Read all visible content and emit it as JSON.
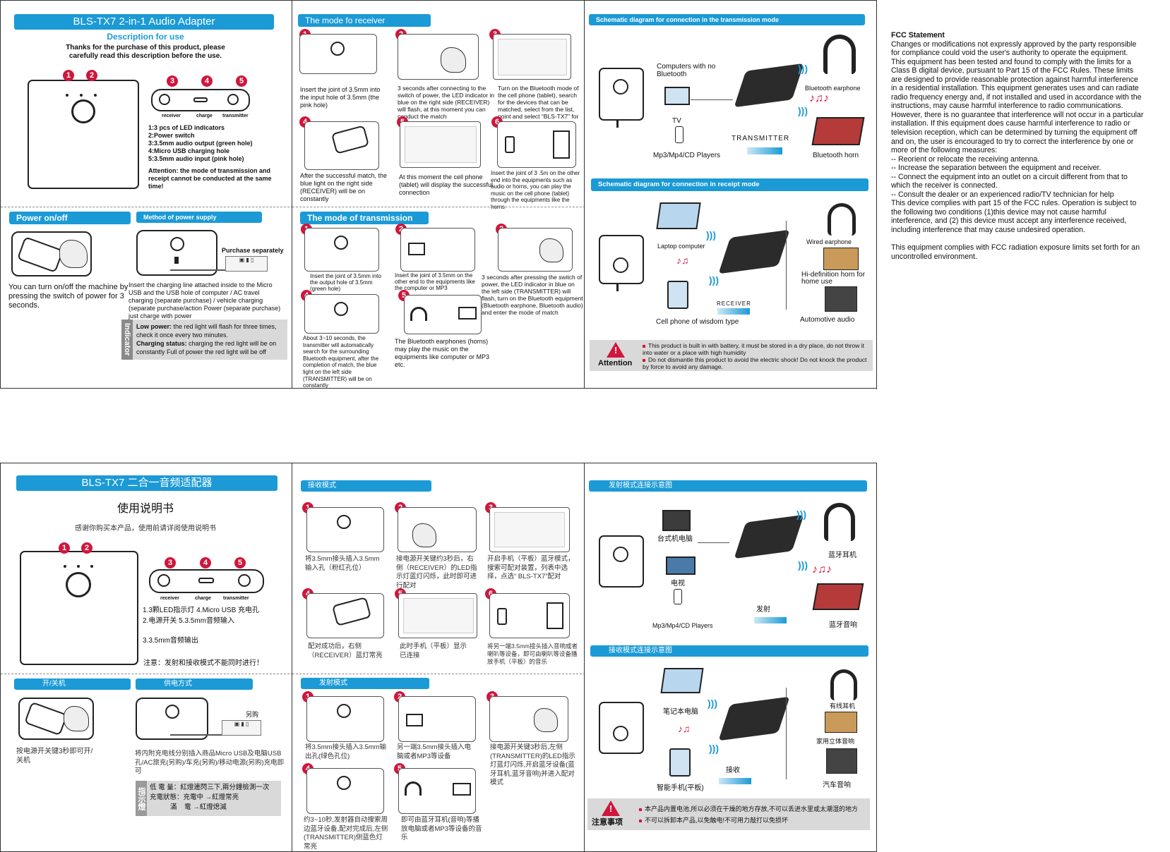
{
  "en": {
    "title": "BLS-TX7       2-in-1 Audio Adapter",
    "desc_heading": "Description for use",
    "thanks": "Thanks for the purchase of this product, please carefully read this description before the use.",
    "port_labels": [
      "receiver",
      "charge",
      "transmitter"
    ],
    "legend": [
      "1:3 pcs of LED indicators",
      "2:Power switch",
      "3:3.5mm audio output (green hole)",
      "4:Micro USB charging hole",
      "5:3.5mm audio input (pink hole)"
    ],
    "attention_mode": "Attention: the mode of transmission and receipt cannot be conducted at the same time!",
    "power_bar": "Power on/off",
    "power_text": "You can turn on/off the machine by pressing the switch of power for 3 seconds.",
    "supply_bar": "Method of power supply",
    "purchase_sep": "Purchase separately",
    "supply_text": "Insert the charging line attached inside to the Micro USB and the USB hole of computer / AC travel charging (separate purchase) / vehicle charging (separate purchase/action Power (separate purchase) just charge with power",
    "indicator_tag": "Indicator",
    "low_power_label": "Low power:",
    "low_power": " the red light will flash for three times, check it once every two minutes.",
    "charging_label": "Charging status:",
    "charging": " charging the red light will be on constantly Full of power the red light will be off",
    "recv_bar": "The mode fo receiver",
    "recv_steps": [
      "Insert the joint of 3.5mm into the input hole of 3.5mm (the pink hole)",
      "3 seconds after connecting to the switch of power, the LED indicator in blue on the right side (RECEIVER) will flash, at this moment you can conduct the match",
      "Turn on the Bluetooth mode of the cell phone (tablet), search for the devices that can be matched, select from the list, point and select “BLS-TX7” for the match",
      "After the successful match, the blue light on the right side (RECEIVER) will be on constantly",
      "At this moment the cell phone (tablet) will display the successful connection",
      "Insert the joint of 3 .5m on the other end into the equipments such as audio or horns, you can play the music on the cell phone (tablet) through the equipments like the horns"
    ],
    "trans_bar": "The mode of transmission",
    "trans_steps": [
      "Insert the joint of 3.5mm into the output hole of 3.5mm (green hole)",
      "Insert the joint of 3.5mm on the other end to the equipments like the computer or MP3",
      "3 seconds after pressing the switch of power, the LED indicator in blue on the left side (TRANSMITTER) will flash, turn on the Bluetooth equipment (Bluetooth earphone, Bluetooth audio) and enter the mode of match",
      "About 3~10 seconds, the transmitter will automatically search for the surrounding Bluetooth equipment, after the completion of match, the blue light on the left side (TRANSMITTER) will be on constantly",
      "The Bluetooth earphones (horns) may play the music on the equipments like computer or MP3 etc."
    ],
    "schem_tx_bar": "Schematic diagram for connection in the transmission mode",
    "tx_labels": {
      "computers": "Computers with no Bluetooth",
      "tv": "TV",
      "mp3": "Mp3/Mp4/CD Players",
      "transmitter": "TRANSMITTER",
      "bt_earphone": "Bluetooth earphone",
      "bt_horn": "Bluetooth horn"
    },
    "schem_rx_bar": "Schematic diagram for connection in receipt mode",
    "rx_labels": {
      "laptop": "Laptop computer",
      "phone": "Cell phone of wisdom type",
      "receiver": "RECEIVER",
      "wired": "Wired earphone",
      "hifi": "Hi-definition horn for home use",
      "auto": "Automotive audio"
    },
    "attention_word": "Attention",
    "attention_lines": [
      "This product is built in with battery, it must be stored in a dry place, do not throw it into water or a place with high humidity",
      "Do not dismantle this product to avoid the electric shock! Do not knock the product by force to avoid any damage."
    ]
  },
  "fcc": {
    "heading": "FCC Statement",
    "para1": "Changes or modifications not expressly approved by the party responsible for compliance could void the user's authority to operate the equipment.",
    "para2": "This equipment has been tested and found to comply with the limits for a Class B digital device, pursuant to Part 15 of the FCC Rules. These limits are designed to provide reasonable protection against harmful interference in a residential installation. This equipment generates uses and can radiate radio frequency energy and, if not installed and used in accordance with the instructions, may cause harmful interference to radio communications. However, there is no guarantee that interference will not occur in a particular installation. If this equipment does cause harmful interference to radio or television reception, which can be determined by turning the equipment off and on, the user is encouraged to try to correct the interference by one or more of the following measures:",
    "measures": [
      "-- Reorient or relocate the receiving antenna.",
      "-- Increase the separation between the equipment and receiver.",
      "-- Connect the equipment into an outlet on a circuit different from that to which the receiver is connected.",
      "-- Consult the dealer or an experienced radio/TV technician for help"
    ],
    "para3": "This device complies with part 15 of the FCC rules. Operation is subject to the following two conditions (1)this device may not cause harmful interference, and (2) this device must accept any interference received, including interference that may cause undesired operation.",
    "para4": "This equipment complies with FCC radiation exposure limits set forth for an uncontrolled environment."
  },
  "cn": {
    "title": "BLS-TX7   二合一音频适配器",
    "manual": "使用说明书",
    "thanks": "感谢你购买本产品，使用前请详阅使用说明书",
    "port_labels": [
      "receiver",
      "charge",
      "transmitter"
    ],
    "legend_a": "1.3颗LED指示灯      4.Micro USB 充电孔",
    "legend_b": "2.电源开关              5.3.5mm音频输入",
    "legend_c": "3.3.5mm音频输出",
    "notice": "注意：发射和接收模式不能同时进行！",
    "power_bar": "开/关机",
    "power_text": "按电源开关键3秒即可开/关机",
    "supply_bar": "供电方式",
    "purchase_sep": "另购",
    "supply_text": "将内附充电线分别插入商品Micro USB及电脑USB孔/AC旅充(另购)/车充(另购)/移动电源(另购)充电即可",
    "indicator_tag": "指示燈",
    "ind_lines": [
      "低 電 量：紅燈連閃三下,兩分鐘檢測一次",
      "充電狀態：充電中 →紅燈常亮",
      "           滿    電 →紅燈熄滅"
    ],
    "recv_bar": "接收模式",
    "recv_steps": [
      "将3.5mm接头插入3.5mm输入孔（粉红孔位）",
      "接电源开关键约3秒后，右侧（RECEIVER）的LED指示灯蓝灯闪烁，此时即可进行配对",
      "开启手机（平板）蓝牙模式，搜索可配对装置，列表中选择，点选“ BLS-TX7”配对",
      "配对成功后，右侧（RECEIVER）蓝灯常亮",
      "此时手机（平板）显示已连接",
      "将另一端3.5mm接头插入音响或者喇叭等设备，即可由喇叭等设备播放手机（平板）的音乐"
    ],
    "trans_bar": "发射模式",
    "trans_steps": [
      "将3.5mm接头插入3.5mm输出孔(绿色孔位)",
      "另一端3.5mm接头插入电脑或者MP3等设备",
      "接电源开关键3秒后,左侧(TRANSMITTER)的LED指示灯蓝灯闪烁,开启蓝牙设备(蓝牙耳机,蓝牙音响)并进入配对模式",
      "约3~10秒,发射器自动搜索周边蓝牙设备,配对完成后,左侧(TRANSMITTER)侧蓝色灯常亮",
      "即可由蓝牙耳机(音响)等播放电脑或者MP3等设备的音乐"
    ],
    "schem_tx_bar": "发射模式连接示意图",
    "tx_labels": {
      "computers": "台式机电脑",
      "tv": "电视",
      "mp3": "Mp3/Mp4/CD Players",
      "transmitter": "发射",
      "bt_earphone": "蓝牙耳机",
      "bt_horn": "蓝牙音响"
    },
    "schem_rx_bar": "接收模式连接示意图",
    "rx_labels": {
      "laptop": "笔记本电脑",
      "phone": "智能手机(平板)",
      "receiver": "接收",
      "wired": "有线耳机",
      "hifi": "家用立体音响",
      "auto": "汽车音响"
    },
    "attention_word": "注意事项",
    "attention_lines": [
      "本产品内置电池,所以必须在干燥的地方存放,不可以丢进水里或太潮湿的地方",
      "不可以拆卸本产品,以免触电!不可用力敲打以免损坏"
    ]
  },
  "colors": {
    "accent": "#1b9ad6",
    "badge": "#d0163c",
    "attention_bg": "#d9d9d9"
  },
  "icons": [
    "power-button-icon",
    "hand-icon",
    "headphones-icon",
    "speaker-icon",
    "warning-icon",
    "bluetooth-wave-icon",
    "music-notes-icon",
    "monitor-icon",
    "tv-icon",
    "phone-icon",
    "laptop-icon",
    "car-stereo-icon"
  ]
}
